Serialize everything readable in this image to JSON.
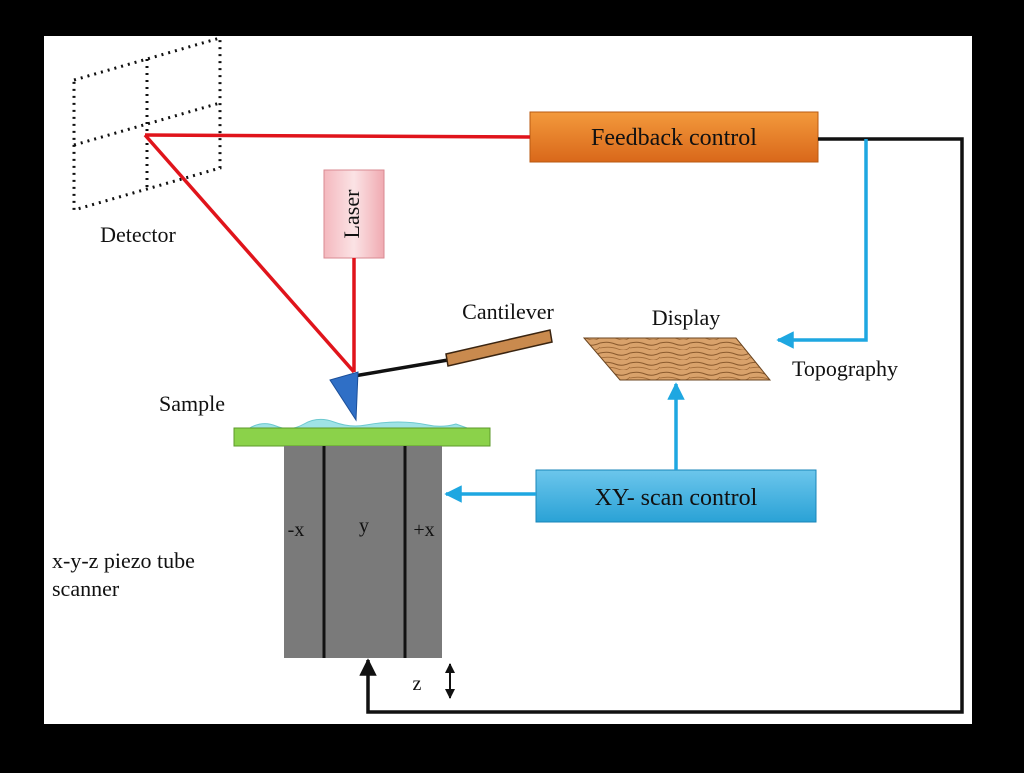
{
  "labels": {
    "detector": "Detector",
    "laser": "Laser",
    "feedback_control": "Feedback control",
    "cantilever": "Cantilever",
    "display": "Display",
    "topography": "Topography",
    "sample": "Sample",
    "xy_scan_control": "XY- scan control",
    "scanner_line1": "x-y-z piezo tube",
    "scanner_line2": "scanner",
    "electrode_minus_x": "-x",
    "electrode_y": "y",
    "electrode_plus_x": "+x",
    "z_axis": "z"
  },
  "colors": {
    "background": "#000000",
    "panel": "#ffffff",
    "laser_beam": "#e0141b",
    "signal_arrow": "#1ea7e1",
    "feedback_box": "#e87d1f",
    "laser_box": "#f6c9cd",
    "xy_box": "#48b7e3",
    "sample_stage": "#8bd24a",
    "scanner_body": "#7a7a7a",
    "tip": "#2f6fc6",
    "cantilever": "#c98a4e"
  }
}
